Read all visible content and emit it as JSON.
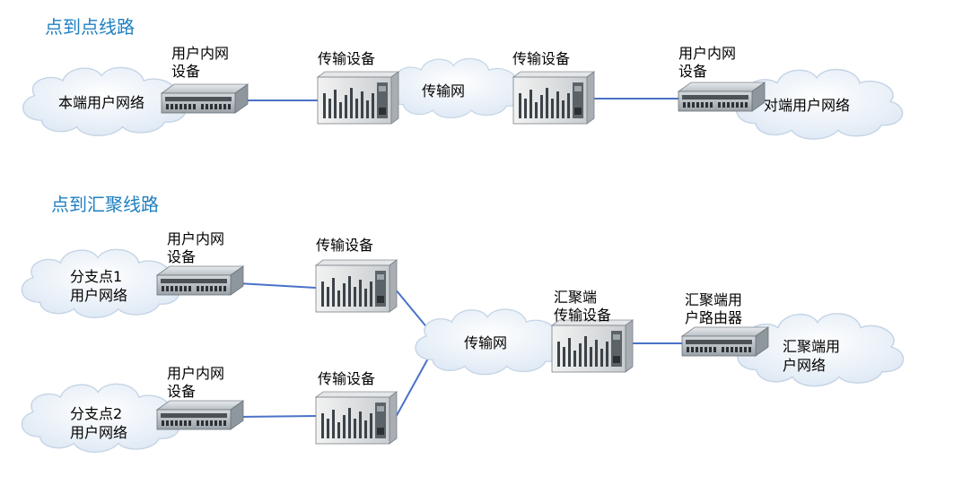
{
  "sections": {
    "p2p_title": "点到点线路",
    "p2mp_title": "点到汇聚线路"
  },
  "labels": {
    "user_device": "用户内网",
    "device_suffix": "设备",
    "transport_device": "传输设备",
    "transport_network": "传输网",
    "local_user_network": "本端用户网络",
    "remote_user_network": "对端用户网络",
    "branch1_line1": "分支点1",
    "branch2_line1": "分支点2",
    "user_network": "用户网络",
    "agg_transport_line1": "汇聚端",
    "agg_transport_line2": "传输设备",
    "agg_router_line1": "汇聚端用",
    "agg_router_line2": "户路由器",
    "agg_user_net_line1": "汇聚端用",
    "agg_user_net_line2": "户网络"
  },
  "colors": {
    "title": "#1f7fc2",
    "link": "#4a72c8",
    "cloud_fill": "#eef4fa",
    "cloud_stroke": "#c5d4e6"
  },
  "icons": {
    "cloud": "cloud-icon",
    "router": "router-device-icon",
    "transport": "transport-equipment-icon"
  }
}
